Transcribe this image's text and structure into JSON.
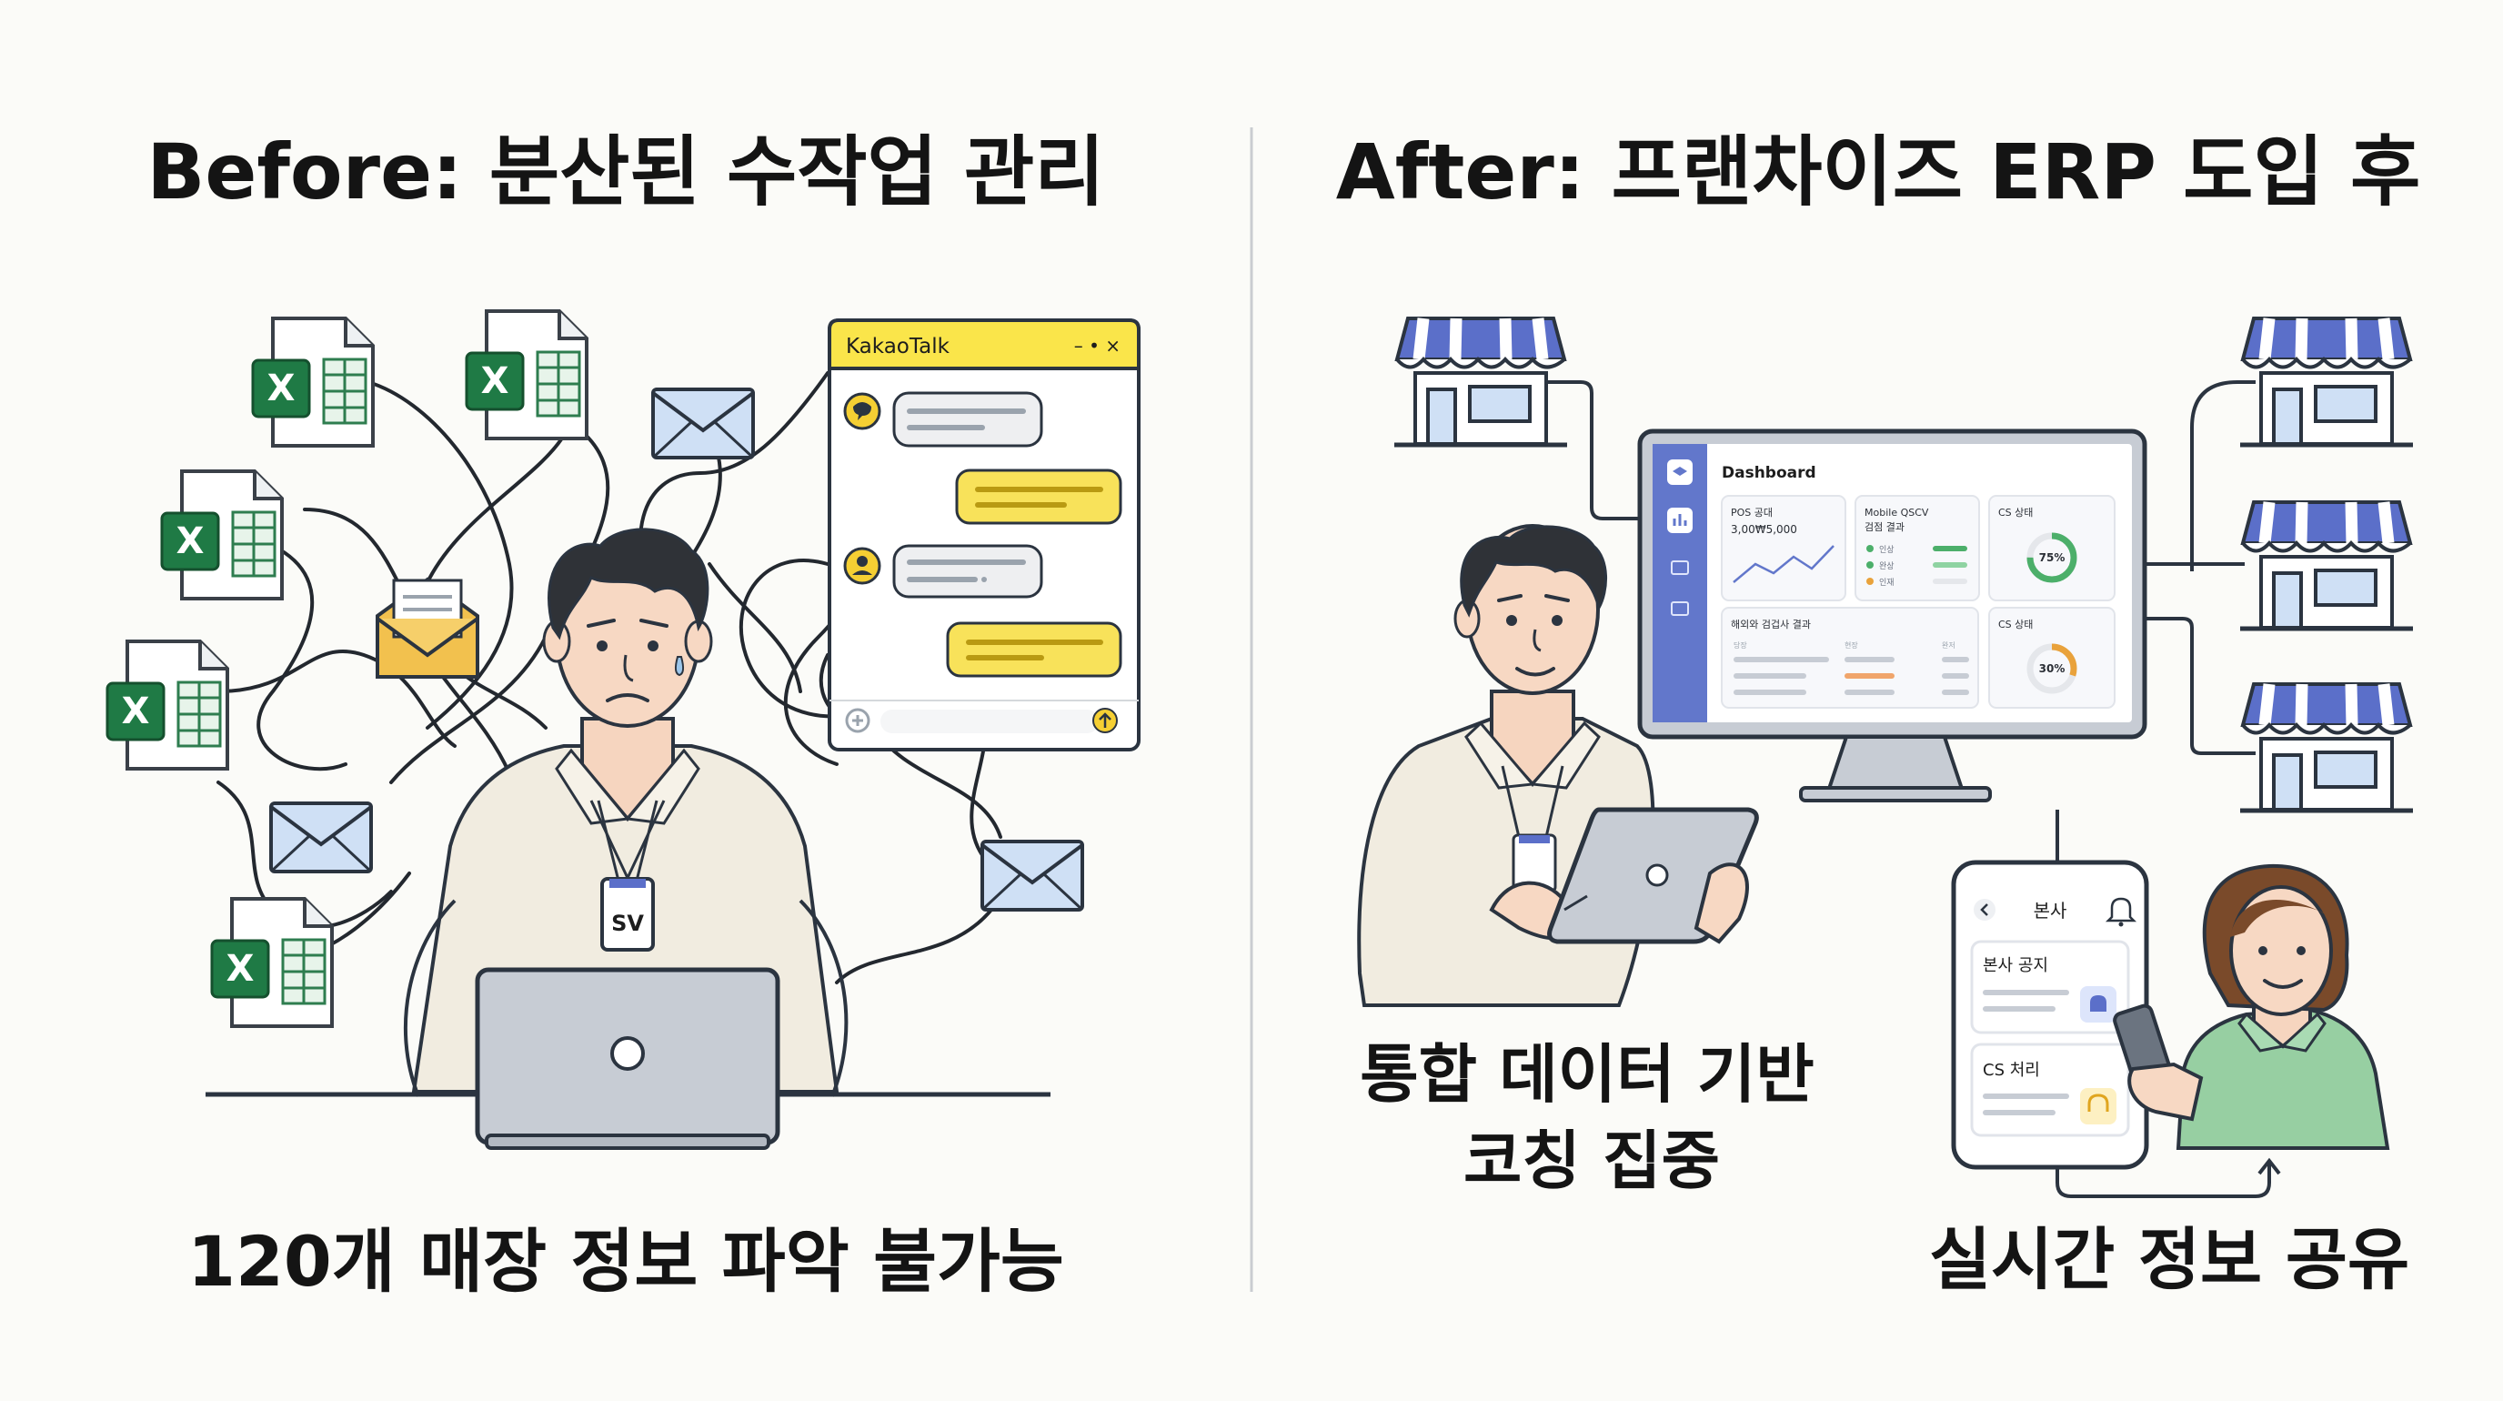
{
  "before": {
    "title": "Before: 분산된 수작업 관리",
    "caption": "120개 매장 정보 파악 불가능",
    "badge": "SV",
    "excel_letter": "X",
    "kakao": {
      "title": "KakaoTalk",
      "controls": "– • ×"
    }
  },
  "after": {
    "title": "After: 프랜차이즈 ERP 도입 후",
    "caption_line1": "통합 데이터 기반",
    "caption_line2": "코칭 집중",
    "caption_right": "실시간 정보 공유",
    "dashboard": {
      "title": "Dashboard",
      "card_pos_title": "POS 공대",
      "card_pos_value": "3,00₩5,000",
      "card_qscv_title": "Mobile QSCV",
      "card_qscv_sub": "검점 결과",
      "qscv_legend": [
        "인상",
        "완상",
        "인재"
      ],
      "card_cs1_title": "CS 상태",
      "cs1_value": "75%",
      "card_bottom_title": "해외와 검겁사 결과",
      "bottom_cols": [
        "당장",
        "현장",
        "완저"
      ],
      "card_cs2_title": "CS 상태",
      "cs2_value": "30%"
    },
    "phone": {
      "title": "본사",
      "notice": "본사 공지",
      "cs": "CS 처리"
    }
  }
}
